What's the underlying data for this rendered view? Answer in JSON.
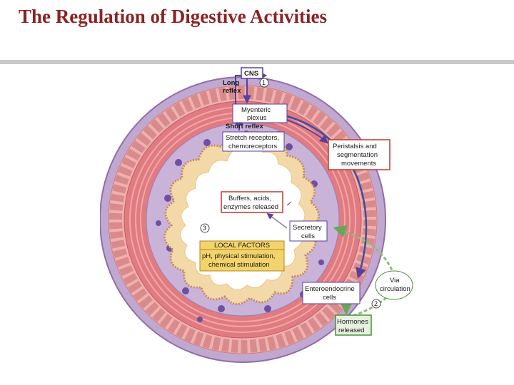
{
  "slide": {
    "title": "The Regulation of Digestive Activities"
  },
  "diagram": {
    "labels": {
      "cns": "CNS",
      "long_reflex_1": "Long",
      "long_reflex_2": "reflex",
      "myenteric_1": "Myenteric",
      "myenteric_2": "plexus",
      "short_reflex": "Short reflex",
      "stretch_1": "Stretch receptors,",
      "stretch_2": "chemoreceptors",
      "peristalsis_1": "Peristalsis and",
      "peristalsis_2": "segmentation",
      "peristalsis_3": "movements",
      "buffers_1": "Buffers, acids,",
      "buffers_2": "enzymes released",
      "secretory_1": "Secretory",
      "secretory_2": "cells",
      "local_factors": "LOCAL FACTORS",
      "local_detail_1": "pH, physical stimulation,",
      "local_detail_2": "chemical stimulation",
      "via_1": "Via",
      "via_2": "circulation",
      "entero_1": "Enteroendocrine",
      "entero_2": "cells",
      "hormones_1": "Hormones",
      "hormones_2": "released",
      "step_1": "1",
      "step_2": "2",
      "step_3": "3"
    },
    "colors": {
      "outer_purple": "#c0a8d0",
      "cell_pink": "#f0b0b0",
      "muscle_red": "#e07b80",
      "submucosa": "#c9b3d9",
      "villi": "#f3d9a8",
      "lumen": "#ffffff",
      "nerve_arrow": "#5a3fa0",
      "hormone_arrow": "#8cbf7a",
      "box_outline_red": "#c0392b",
      "box_outline_green": "#4a8f3c",
      "local_factors_bg": "#f3d36b"
    }
  }
}
